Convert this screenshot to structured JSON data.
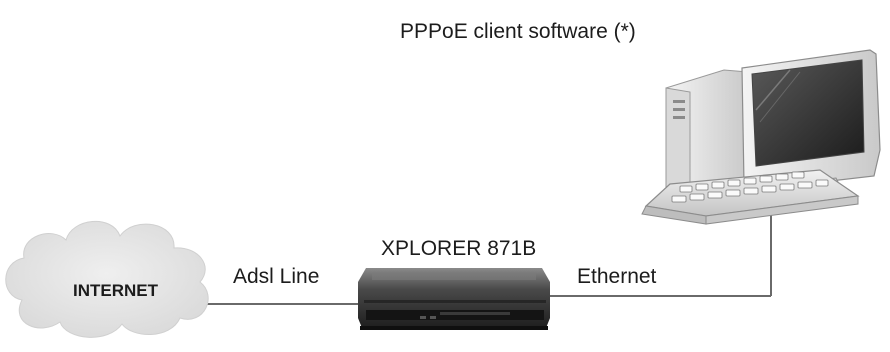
{
  "labels": {
    "pc_software": "PPPoE client software (*)",
    "router_name": "XPLORER 871B",
    "internet": "INTERNET",
    "adsl_line": "Adsl Line",
    "ethernet": "Ethernet"
  },
  "icons": {
    "cloud": "cloud-icon",
    "router": "router-icon",
    "computer": "desktop-computer-icon"
  },
  "colors": {
    "background": "#ffffff",
    "line": "#6a6a6a",
    "cloud_fill": "#e6e6e6",
    "router_body": "#3a3a3a"
  }
}
